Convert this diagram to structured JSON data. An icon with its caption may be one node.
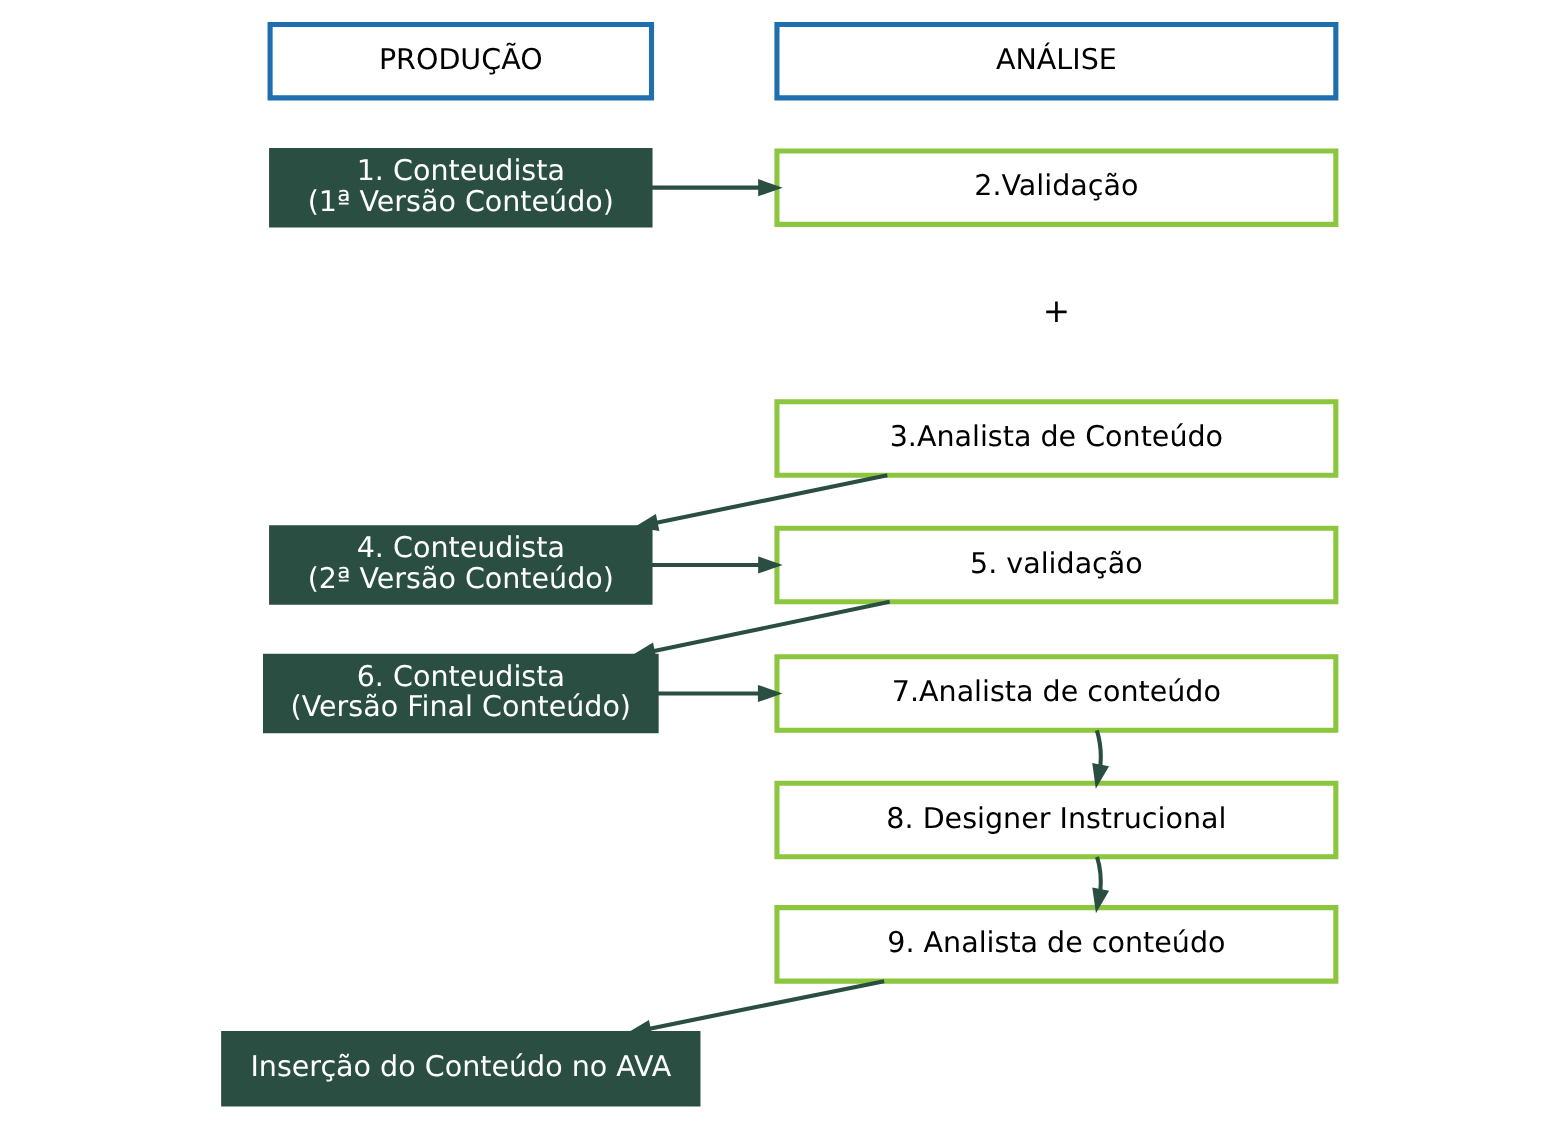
{
  "diagram": {
    "nodes": [
      {
        "text": [
          "PRODUÇÃO"
        ]
      },
      {
        "text": [
          "ANÁLISE"
        ]
      },
      {
        "text": [
          "1. Conteudista",
          "(1ª Versão Conteúdo)"
        ]
      },
      {
        "text": [
          "2.Validação"
        ]
      },
      {
        "text": [
          "3.Analista de Conteúdo"
        ]
      },
      {
        "text": [
          "4. Conteudista",
          "(2ª Versão Conteúdo)"
        ]
      },
      {
        "text": [
          "5. validação"
        ]
      },
      {
        "text": [
          "6. Conteudista",
          "(Versão Final Conteúdo)"
        ]
      },
      {
        "text": [
          "7.Analista de conteúdo"
        ]
      },
      {
        "text": [
          "8. Designer Instrucional"
        ]
      },
      {
        "text": [
          "9. Analista de conteúdo"
        ]
      },
      {
        "text": [
          "Inserção do Conteúdo no AVA"
        ]
      }
    ],
    "edges": [
      {
        "from": 2,
        "to": 3,
        "arrow": "to"
      },
      {
        "from": 4,
        "to": 5,
        "arrow": "to"
      },
      {
        "from": 5,
        "to": 6,
        "arrow": "to"
      },
      {
        "from": 6,
        "to": 7,
        "arrow": "to"
      },
      {
        "from": 7,
        "to": 8,
        "arrow": "to"
      },
      {
        "from": 8,
        "to": 9,
        "arrow": "to"
      },
      {
        "from": 9,
        "to": 10,
        "arrow": "to"
      },
      {
        "from": 10,
        "to": 11,
        "arrow": "to"
      }
    ],
    "labels": [
      "+"
    ]
  }
}
